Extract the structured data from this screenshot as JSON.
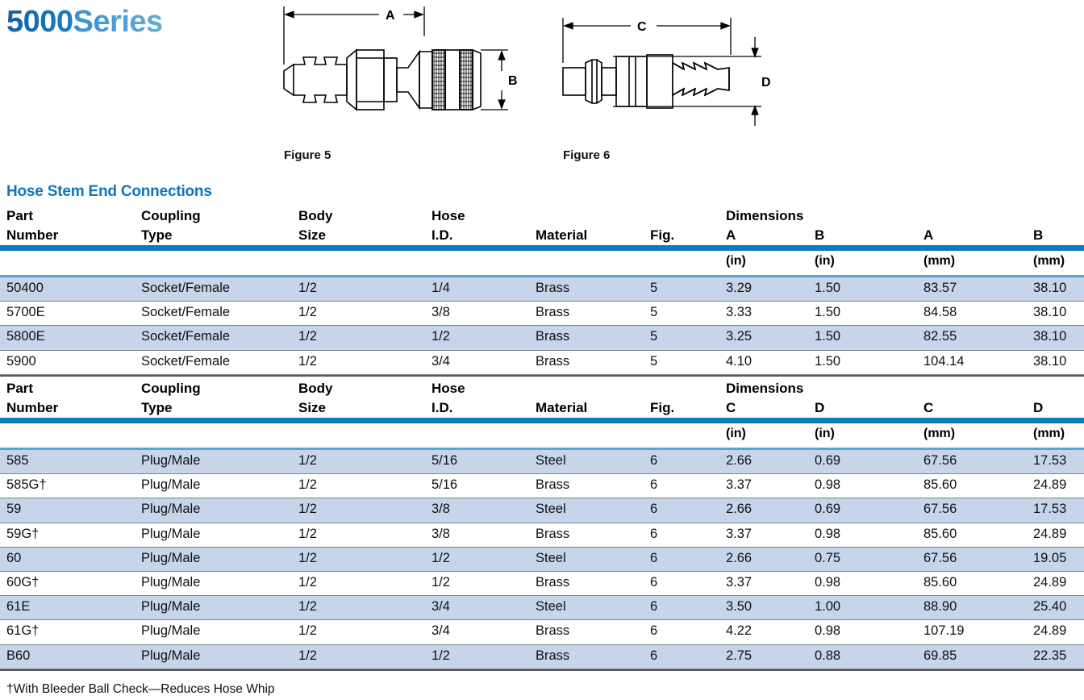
{
  "title": {
    "number": "5000",
    "word": "Series"
  },
  "figures": [
    {
      "id": "figure-5",
      "caption": "Figure 5",
      "dim_horizontal": "A",
      "dim_vertical": "B",
      "description": "socket-female-coupling-with-hose-stem"
    },
    {
      "id": "figure-6",
      "caption": "Figure 6",
      "dim_horizontal": "C",
      "dim_vertical": "D",
      "description": "plug-male-nipple-with-hose-stem"
    }
  ],
  "section_heading": "Hose Stem End Connections",
  "colors": {
    "heading_blue": "#0b76bd",
    "rule_blue": "#0f7abc",
    "rule_light_blue": "#5ba5d4",
    "row_band": "#c6d5ea",
    "row_separator": "#7f8286",
    "title_dark": "#1160a8",
    "title_light": "#4f9fd6"
  },
  "tables": [
    {
      "id": "table-1",
      "headers": {
        "part_number": "Part\nNumber",
        "coupling_type": "Coupling\nType",
        "body_size": "Body\nSize",
        "hose_id": "Hose\nI.D.",
        "material": "Material",
        "fig": "Fig.",
        "dimensions_group": "Dimensions",
        "dim_1": "A",
        "dim_2": "B",
        "dim_3": "A",
        "dim_4": "B"
      },
      "units": {
        "dim_1": "(in)",
        "dim_2": "(in)",
        "dim_3": "(mm)",
        "dim_4": "(mm)"
      },
      "rows": [
        {
          "part_number": "50400",
          "coupling_type": "Socket/Female",
          "body_size": "1/2",
          "hose_id": "1/4",
          "material": "Brass",
          "fig": "5",
          "dim_1": "3.29",
          "dim_2": "1.50",
          "dim_3": "83.57",
          "dim_4": "38.10",
          "band": true
        },
        {
          "part_number": "5700E",
          "coupling_type": "Socket/Female",
          "body_size": "1/2",
          "hose_id": "3/8",
          "material": "Brass",
          "fig": "5",
          "dim_1": "3.33",
          "dim_2": "1.50",
          "dim_3": "84.58",
          "dim_4": "38.10",
          "band": false
        },
        {
          "part_number": "5800E",
          "coupling_type": "Socket/Female",
          "body_size": "1/2",
          "hose_id": "1/2",
          "material": "Brass",
          "fig": "5",
          "dim_1": "3.25",
          "dim_2": "1.50",
          "dim_3": "82.55",
          "dim_4": "38.10",
          "band": true
        },
        {
          "part_number": "5900",
          "coupling_type": "Socket/Female",
          "body_size": "1/2",
          "hose_id": "3/4",
          "material": "Brass",
          "fig": "5",
          "dim_1": "4.10",
          "dim_2": "1.50",
          "dim_3": "104.14",
          "dim_4": "38.10",
          "band": false
        }
      ]
    },
    {
      "id": "table-2",
      "headers": {
        "part_number": "Part\nNumber",
        "coupling_type": "Coupling\nType",
        "body_size": "Body\nSize",
        "hose_id": "Hose\nI.D.",
        "material": "Material",
        "fig": "Fig.",
        "dimensions_group": "Dimensions",
        "dim_1": "C",
        "dim_2": "D",
        "dim_3": "C",
        "dim_4": "D"
      },
      "units": {
        "dim_1": "(in)",
        "dim_2": "(in)",
        "dim_3": "(mm)",
        "dim_4": "(mm)"
      },
      "rows": [
        {
          "part_number": "585",
          "coupling_type": "Plug/Male",
          "body_size": "1/2",
          "hose_id": "5/16",
          "material": "Steel",
          "fig": "6",
          "dim_1": "2.66",
          "dim_2": "0.69",
          "dim_3": "67.56",
          "dim_4": "17.53",
          "band": true
        },
        {
          "part_number": "585G†",
          "coupling_type": "Plug/Male",
          "body_size": "1/2",
          "hose_id": "5/16",
          "material": "Brass",
          "fig": "6",
          "dim_1": "3.37",
          "dim_2": "0.98",
          "dim_3": "85.60",
          "dim_4": "24.89",
          "band": false
        },
        {
          "part_number": "59",
          "coupling_type": "Plug/Male",
          "body_size": "1/2",
          "hose_id": "3/8",
          "material": "Steel",
          "fig": "6",
          "dim_1": "2.66",
          "dim_2": "0.69",
          "dim_3": "67.56",
          "dim_4": "17.53",
          "band": true
        },
        {
          "part_number": "59G†",
          "coupling_type": "Plug/Male",
          "body_size": "1/2",
          "hose_id": "3/8",
          "material": "Brass",
          "fig": "6",
          "dim_1": "3.37",
          "dim_2": "0.98",
          "dim_3": "85.60",
          "dim_4": "24.89",
          "band": false
        },
        {
          "part_number": "60",
          "coupling_type": "Plug/Male",
          "body_size": "1/2",
          "hose_id": "1/2",
          "material": "Steel",
          "fig": "6",
          "dim_1": "2.66",
          "dim_2": "0.75",
          "dim_3": "67.56",
          "dim_4": "19.05",
          "band": true
        },
        {
          "part_number": "60G†",
          "coupling_type": "Plug/Male",
          "body_size": "1/2",
          "hose_id": "1/2",
          "material": "Brass",
          "fig": "6",
          "dim_1": "3.37",
          "dim_2": "0.98",
          "dim_3": "85.60",
          "dim_4": "24.89",
          "band": false
        },
        {
          "part_number": "61E",
          "coupling_type": "Plug/Male",
          "body_size": "1/2",
          "hose_id": "3/4",
          "material": "Steel",
          "fig": "6",
          "dim_1": "3.50",
          "dim_2": "1.00",
          "dim_3": "88.90",
          "dim_4": "25.40",
          "band": true
        },
        {
          "part_number": "61G†",
          "coupling_type": "Plug/Male",
          "body_size": "1/2",
          "hose_id": "3/4",
          "material": "Brass",
          "fig": "6",
          "dim_1": "4.22",
          "dim_2": "0.98",
          "dim_3": "107.19",
          "dim_4": "24.89",
          "band": false
        },
        {
          "part_number": "B60",
          "coupling_type": "Plug/Male",
          "body_size": "1/2",
          "hose_id": "1/2",
          "material": "Brass",
          "fig": "6",
          "dim_1": "2.75",
          "dim_2": "0.88",
          "dim_3": "69.85",
          "dim_4": "22.35",
          "band": true
        }
      ]
    }
  ],
  "footnote": "†With Bleeder Ball Check—Reduces Hose Whip"
}
